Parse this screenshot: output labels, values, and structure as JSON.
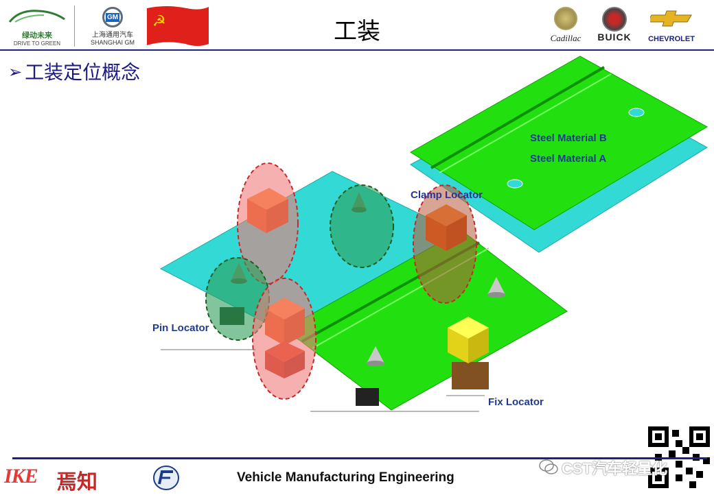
{
  "header": {
    "title": "工装",
    "logo_left_top": "绿动未来",
    "logo_left_bottom": "DRIVE TO GREEN",
    "logo_gm_top": "上海通用汽车",
    "logo_gm_bottom": "SHANGHAI GM",
    "logo_gm_mark": "GM",
    "brand_cadillac": "Cadillac",
    "brand_buick": "BUICK",
    "brand_chevrolet": "CHEVROLET"
  },
  "section": {
    "title": "工装定位概念"
  },
  "diagram": {
    "label_steel_b": "Steel Material B",
    "label_steel_a": "Steel Material A",
    "label_clamp": "Clamp Locator",
    "label_pin": "Pin Locator",
    "label_fix": "Fix Locator"
  },
  "footer": {
    "ike": "IKE",
    "ike_cn": "焉知",
    "course": "Vehicle Manufacturing Engineering",
    "watermark": "CST汽车轻量化"
  },
  "colors": {
    "sheet_green": "#22e010",
    "sheet_cyan": "#33d9d4",
    "clamp_red": "#f07b7b",
    "pin_green": "#2e9e5a",
    "accent_navy": "#1a237e"
  }
}
